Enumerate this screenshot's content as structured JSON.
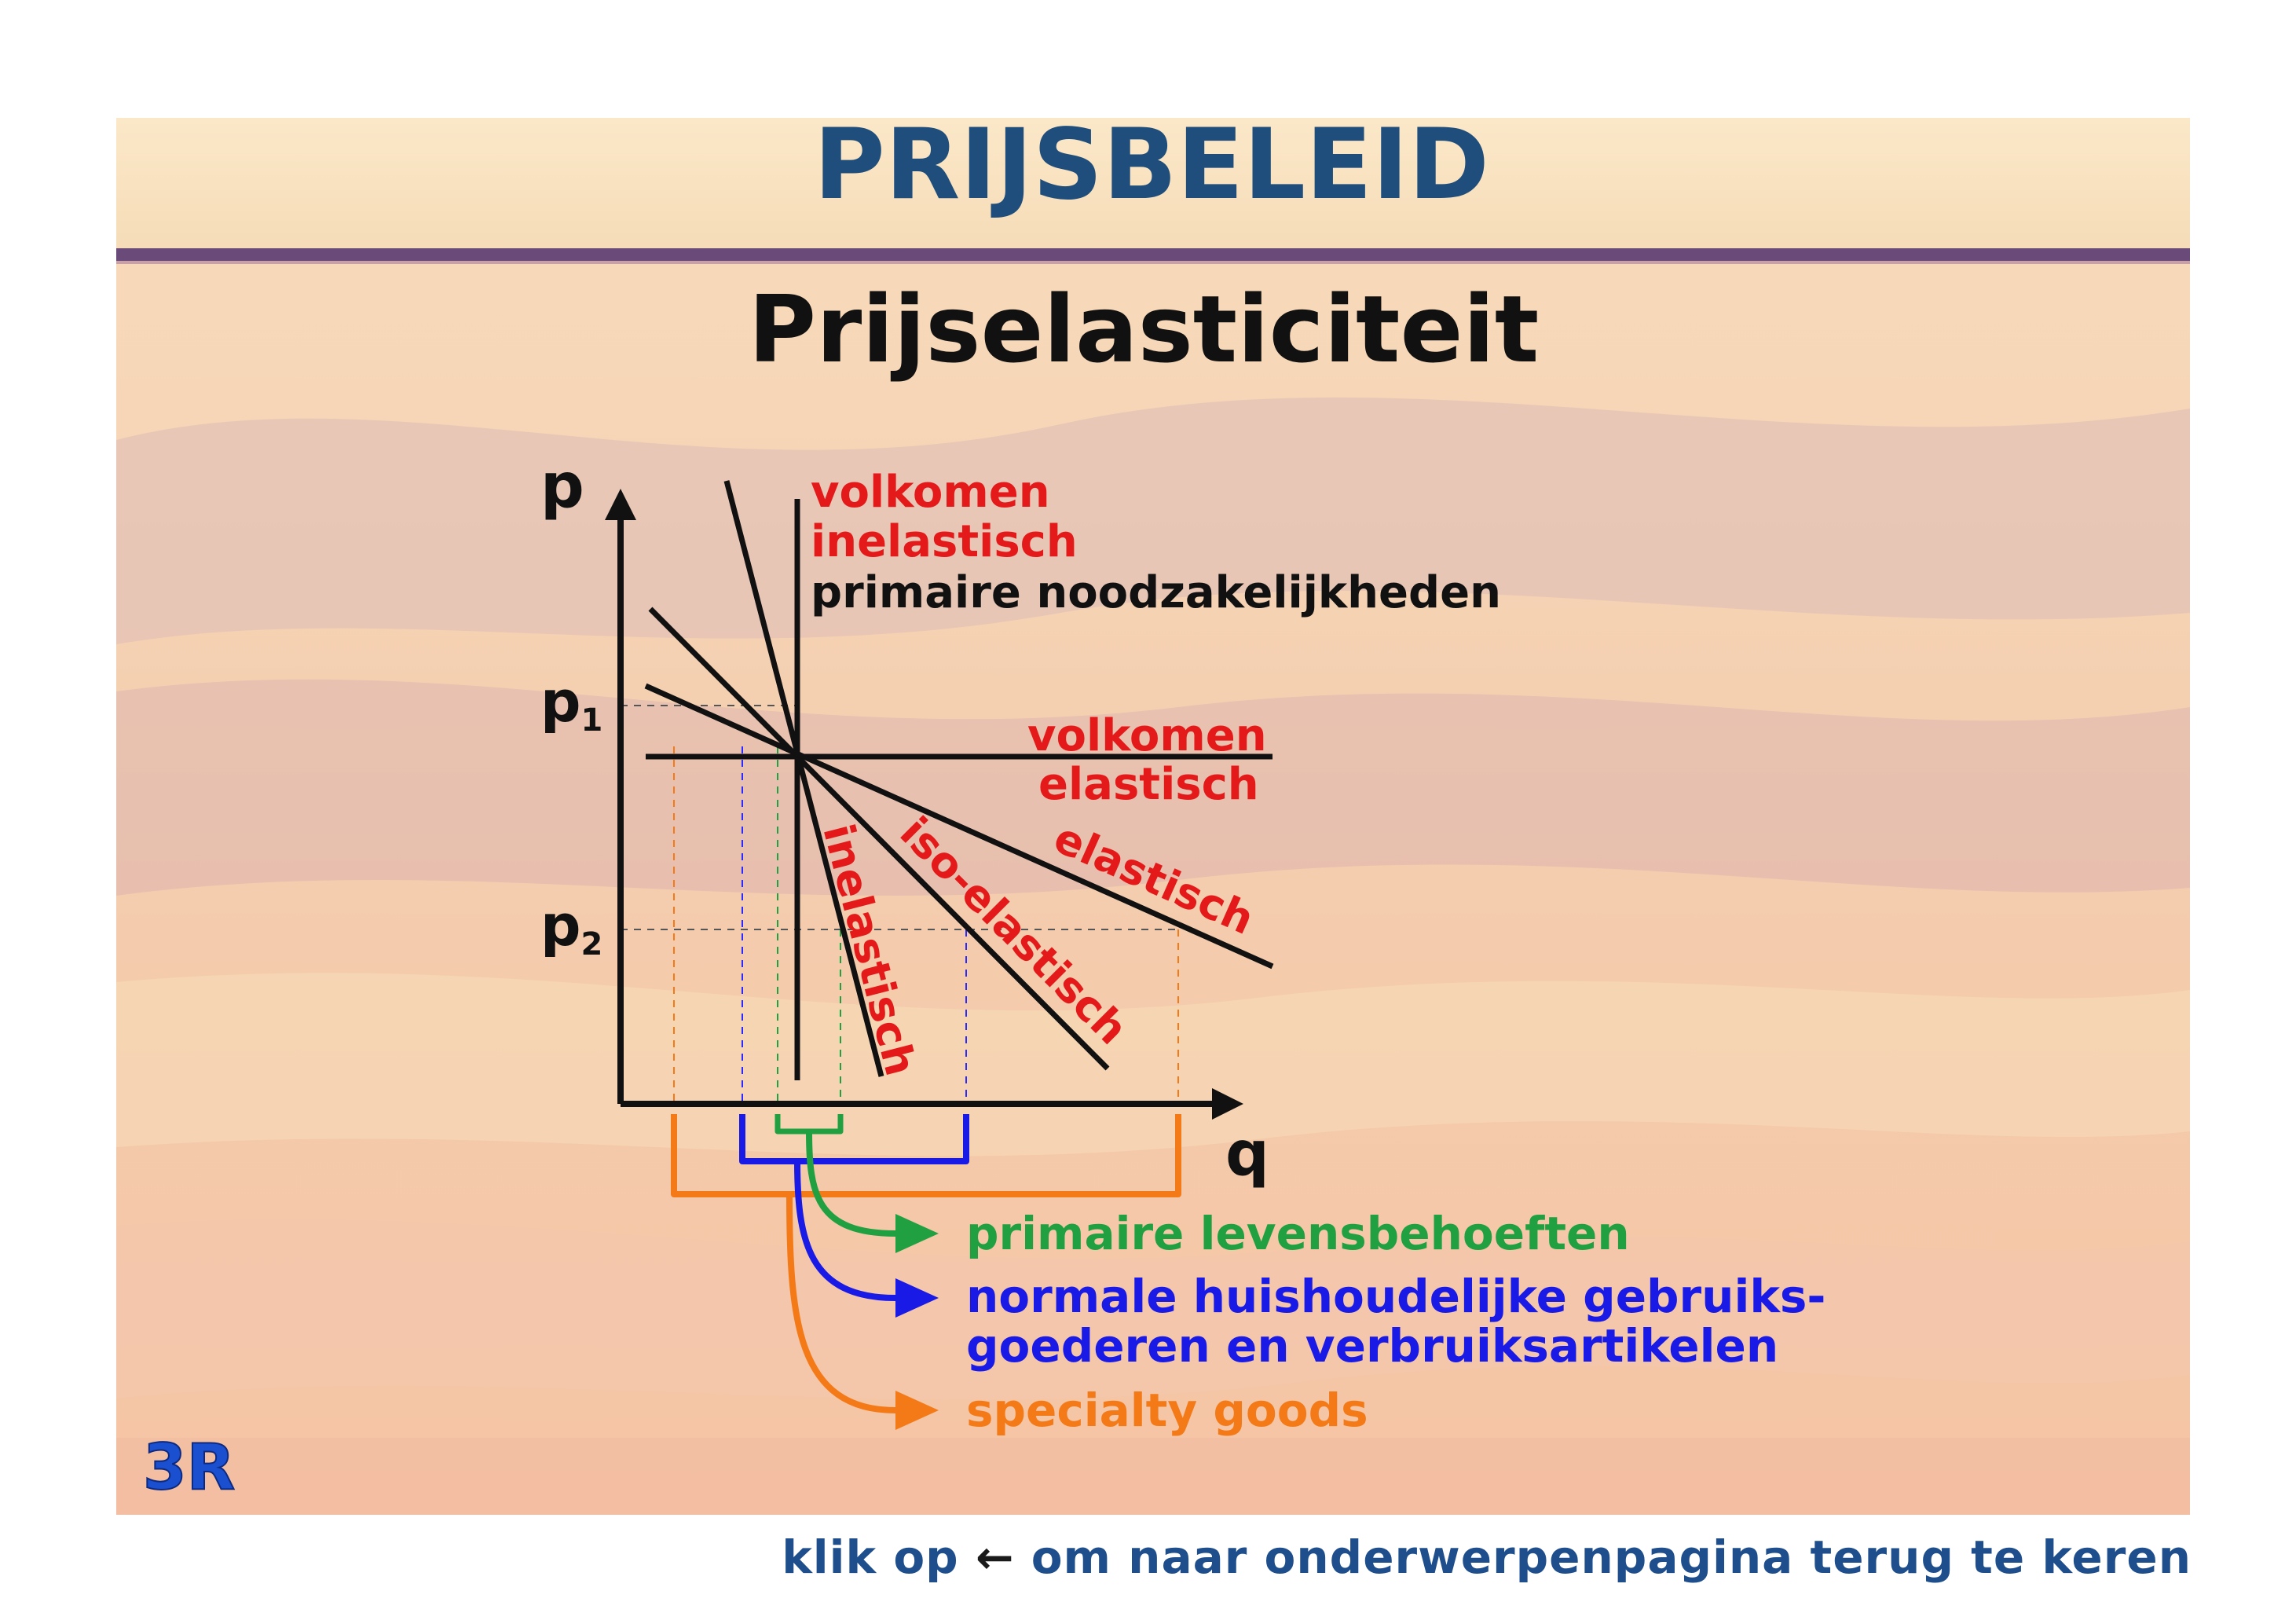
{
  "slide": {
    "header_title": "PRIJSBELEID",
    "subtitle": "Prijselasticiteit",
    "logo_text": "3R",
    "colors": {
      "header_title": "#1f4e7c",
      "red_label": "#e41a1a",
      "green": "#20a040",
      "blue": "#1a1ae6",
      "orange": "#f47a18",
      "divider": "#6a4a78"
    }
  },
  "diagram": {
    "axis_y_label": "p",
    "axis_x_label": "q",
    "p1_label": "p",
    "p1_sub": "1",
    "p2_label": "p",
    "p2_sub": "2",
    "curves": {
      "perfectly_inelastic": {
        "label_line1": "volkomen",
        "label_line2": "inelastisch",
        "note": "primaire noodzakelijkheden"
      },
      "perfectly_elastic": {
        "label_line1": "volkomen",
        "label_line2": "elastisch"
      },
      "inelastic": {
        "label": "inelastisch"
      },
      "iso_elastic": {
        "label": "iso-elastisch"
      },
      "elastic": {
        "label": "elastisch"
      }
    },
    "groups": {
      "primary": {
        "label": "primaire levensbehoeften"
      },
      "normal": {
        "label_line1": "normale huishoudelijke gebruiks-",
        "label_line2": "goederen en verbruiksartikelen"
      },
      "specialty": {
        "label": "specialty goods"
      }
    }
  },
  "footer": {
    "text_before": "klik op",
    "arrow": "←",
    "text_after": "om naar onderwerpenpagina terug te keren"
  }
}
